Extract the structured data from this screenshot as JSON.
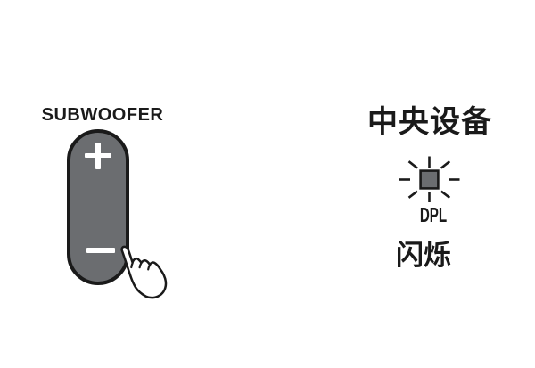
{
  "control": {
    "label": "SUBWOOFER",
    "plus_symbol": "+",
    "minus_symbol": "−"
  },
  "status": {
    "device_label": "中央设备",
    "indicator_label": "DPL",
    "state_label": "闪烁"
  },
  "icons": {
    "plus": "plus-icon",
    "minus": "minus-icon",
    "pointing_hand": "pointing-hand-icon",
    "blinking_indicator": "blinking-indicator-icon"
  },
  "colors": {
    "button_gray": "#6b6d70",
    "outline_black": "#1a1a1a",
    "symbol_white": "#ffffff",
    "background": "#ffffff"
  }
}
